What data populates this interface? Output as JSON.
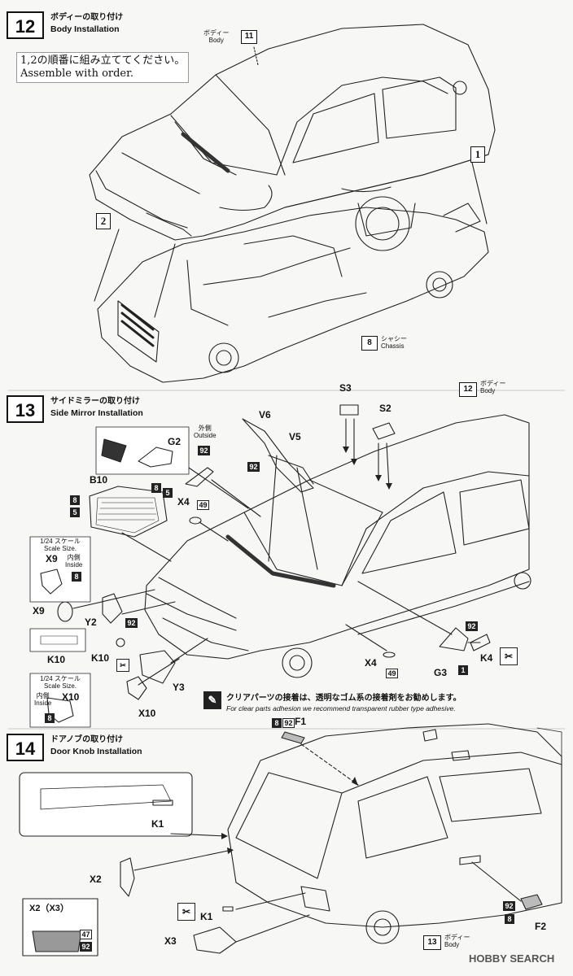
{
  "step12": {
    "number": "12",
    "title_jp": "ボディーの取り付け",
    "title_en": "Body Installation",
    "note_jp": "1,2の順番に組み立ててください。",
    "note_en": "Assemble with order.",
    "body_label_jp": "ボディー",
    "body_label_en": "Body",
    "body_step": "11",
    "order1": "1",
    "order2": "2",
    "chassis_step": "8",
    "chassis_jp": "シャシー",
    "chassis_en": "Chassis"
  },
  "step13": {
    "number": "13",
    "title_jp": "サイドミラーの取り付け",
    "title_en": "Side Mirror Installation",
    "body_step": "12",
    "body_jp": "ボディー",
    "body_en": "Body",
    "parts": {
      "S3": "S3",
      "S2": "S2",
      "V6": "V6",
      "V5": "V5",
      "G2": "G2",
      "B10": "B10",
      "X4a": "X4",
      "X9": "X9",
      "Y2": "Y2",
      "K10": "K10",
      "K10b": "K10",
      "Y3": "Y3",
      "X10": "X10",
      "X4b": "X4",
      "G3": "G3",
      "K4": "K4"
    },
    "outside_jp": "外側",
    "outside_en": "Outside",
    "scale_jp": "1/24 スケール",
    "scale_en": "Scale Size.",
    "inside_jp": "内側",
    "inside_en": "Inside",
    "colors": {
      "c92": "92",
      "c8": "8",
      "c5": "5",
      "c49": "49",
      "c1": "1"
    },
    "adhesive_jp": "クリアパーツの接着は、透明なゴム系の接着剤をお勧めします。",
    "adhesive_en": "For clear parts adhesion we recommend transparent rubber type adhesive."
  },
  "step14": {
    "number": "14",
    "title_jp": "ドアノブの取り付け",
    "title_en": "Door Knob Installation",
    "parts": {
      "F1": "F1",
      "K1a": "K1",
      "X2": "X2",
      "K1b": "K1",
      "X3": "X3",
      "F2": "F2"
    },
    "colors": {
      "c8": "8",
      "c92": "92",
      "c47": "47"
    },
    "x2x3": "X2（X3）",
    "body_step": "13",
    "body_jp": "ボディー",
    "body_en": "Body"
  },
  "watermark": "HOBBY SEARCH"
}
